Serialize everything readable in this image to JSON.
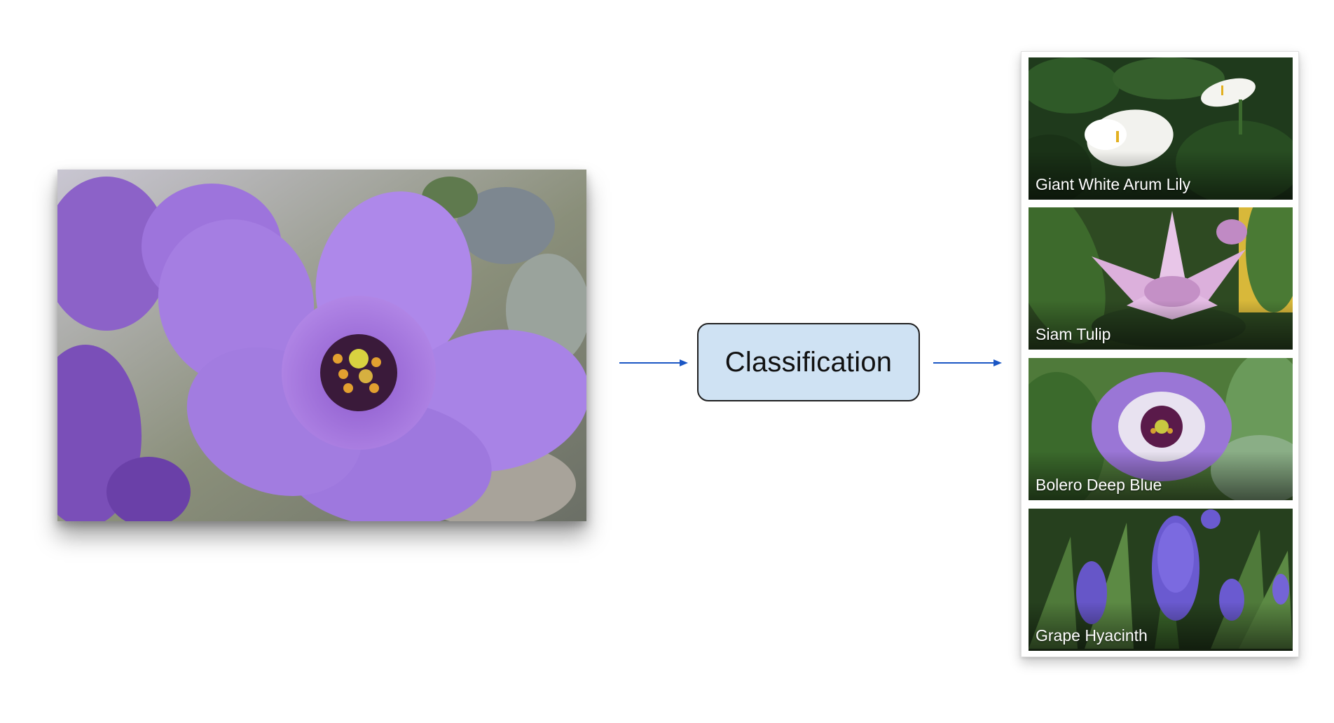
{
  "diagram": {
    "process_label": "Classification",
    "input_image": {
      "subject": "purple-flower-photo"
    },
    "results": [
      {
        "label": "Giant White Arum Lily"
      },
      {
        "label": "Siam Tulip"
      },
      {
        "label": "Bolero Deep Blue"
      },
      {
        "label": "Grape Hyacinth"
      }
    ],
    "colors": {
      "arrow": "#1a56c4",
      "box_fill": "#cfe2f3",
      "box_border": "#1f1f1f"
    }
  }
}
